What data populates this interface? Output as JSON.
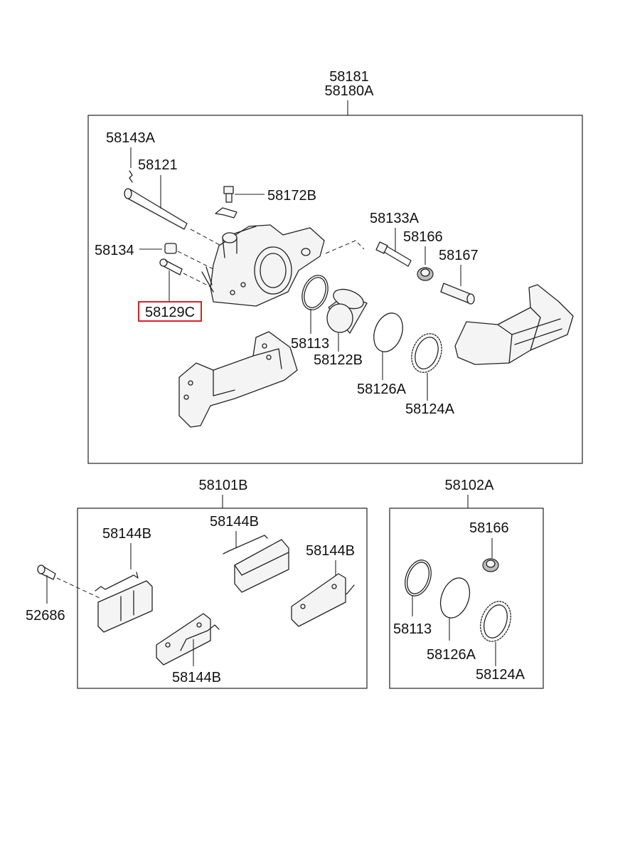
{
  "labels": {
    "assy_main": "58181",
    "assy_alt": "58180A",
    "pin_clip": "58143A",
    "guide_rod": "58121",
    "bleeder": "58172B",
    "bushing": "58134",
    "bolt": "58129C",
    "pin_bolt": "58133A",
    "boot": "58166",
    "sleeve": "58167",
    "seal": "58113",
    "piston": "58122B",
    "seal_ring": "58126A",
    "dust_boot": "58124A",
    "pad_kit": "58101B",
    "pad_spring_left": "58144B",
    "pad_spring_top": "58144B",
    "pad_spring_right": "58144B",
    "pad_spring_bottom": "58144B",
    "pad_bolt": "52686",
    "seal_kit": "58102A",
    "kit_boot": "58166",
    "kit_seal": "58113",
    "kit_seal_ring": "58126A",
    "kit_dust_boot": "58124A"
  },
  "highlighted_part": "58129C",
  "colors": {
    "highlight": "#d8232a",
    "line": "#222222"
  }
}
